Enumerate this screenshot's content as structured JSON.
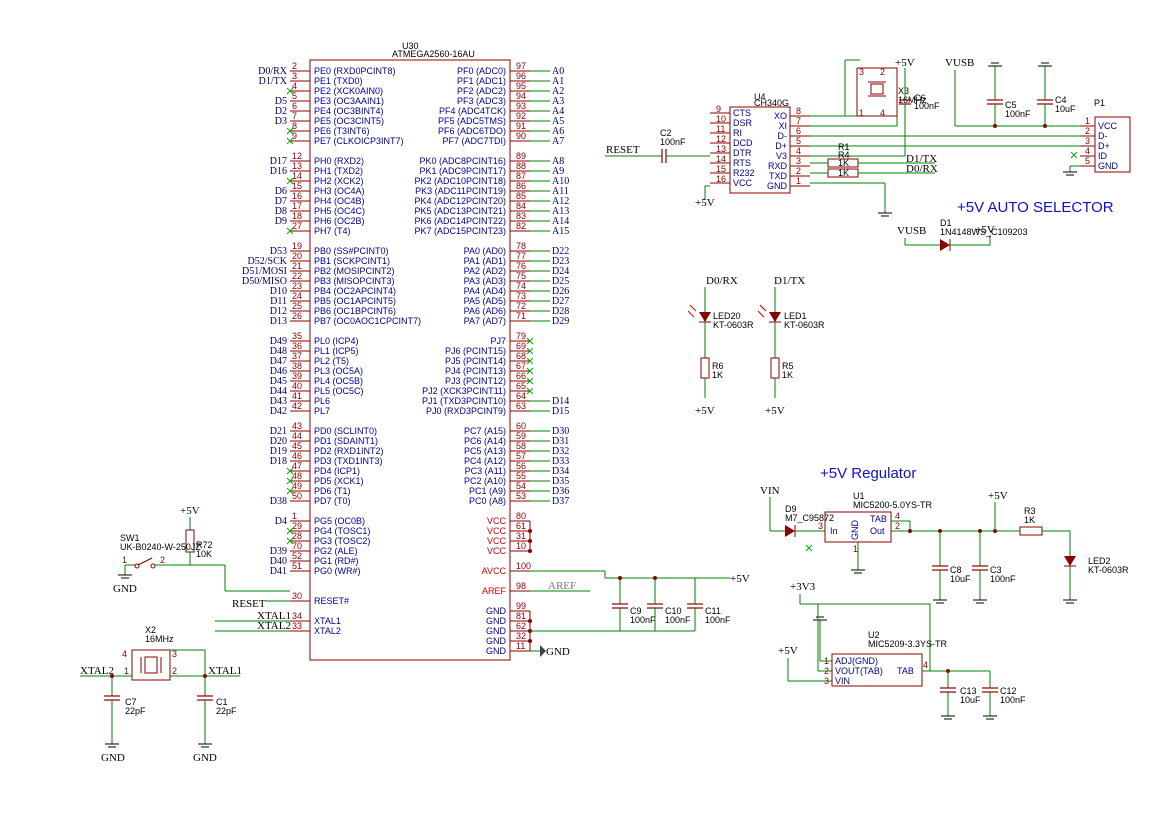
{
  "mcu": {
    "ref": "U30",
    "value": "ATMEGA2560-16AU",
    "left": [
      {
        "num": "2",
        "name": "PE0 (RXD0PCINT8)",
        "net": "D0/RX"
      },
      {
        "num": "3",
        "name": "PE1 (TXD0)",
        "net": "D1/TX"
      },
      {
        "num": "4",
        "name": "PE2 (XCK0AIN0)",
        "net": ""
      },
      {
        "num": "5",
        "name": "PE3 (OC3AAIN1)",
        "net": "D5"
      },
      {
        "num": "6",
        "name": "PE4 (OC3BINT4)",
        "net": "D2"
      },
      {
        "num": "7",
        "name": "PE5 (OC3CINT5)",
        "net": "D3"
      },
      {
        "num": "8",
        "name": "PE6 (T3INT6)",
        "net": ""
      },
      {
        "num": "9",
        "name": "PE7 (CLKOICP3INT7)",
        "net": ""
      },
      {
        "num": "12",
        "name": "PH0 (RXD2)",
        "net": "D17"
      },
      {
        "num": "13",
        "name": "PH1 (TXD2)",
        "net": "D16"
      },
      {
        "num": "14",
        "name": "PH2 (XCK2)",
        "net": ""
      },
      {
        "num": "15",
        "name": "PH3 (OC4A)",
        "net": "D6"
      },
      {
        "num": "16",
        "name": "PH4 (OC4B)",
        "net": "D7"
      },
      {
        "num": "17",
        "name": "PH5 (OC4C)",
        "net": "D8"
      },
      {
        "num": "18",
        "name": "PH6 (OC2B)",
        "net": "D9"
      },
      {
        "num": "27",
        "name": "PH7 (T4)",
        "net": ""
      },
      {
        "num": "19",
        "name": "PB0 (SS#PCINT0)",
        "net": "D53"
      },
      {
        "num": "20",
        "name": "PB1 (SCKPCINT1)",
        "net": "D52/SCK"
      },
      {
        "num": "21",
        "name": "PB2 (MOSIPCINT2)",
        "net": "D51/MOSI"
      },
      {
        "num": "22",
        "name": "PB3 (MISOPCINT3)",
        "net": "D50/MISO"
      },
      {
        "num": "23",
        "name": "PB4 (OC2APCINT4)",
        "net": "D10"
      },
      {
        "num": "24",
        "name": "PB5 (OC1APCINT5)",
        "net": "D11"
      },
      {
        "num": "25",
        "name": "PB6 (OC1BPCINT6)",
        "net": "D12"
      },
      {
        "num": "26",
        "name": "PB7 (OC0AOC1CPCINT7)",
        "net": "D13"
      },
      {
        "num": "35",
        "name": "PL0 (ICP4)",
        "net": "D49"
      },
      {
        "num": "36",
        "name": "PL1 (ICP5)",
        "net": "D48"
      },
      {
        "num": "37",
        "name": "PL2 (T5)",
        "net": "D47"
      },
      {
        "num": "38",
        "name": "PL3 (OC5A)",
        "net": "D46"
      },
      {
        "num": "39",
        "name": "PL4 (OC5B)",
        "net": "D45"
      },
      {
        "num": "40",
        "name": "PL5 (OC5C)",
        "net": "D44"
      },
      {
        "num": "41",
        "name": "PL6",
        "net": "D43"
      },
      {
        "num": "42",
        "name": "PL7",
        "net": "D42"
      },
      {
        "num": "43",
        "name": "PD0 (SCLINT0)",
        "net": "D21"
      },
      {
        "num": "44",
        "name": "PD1 (SDAINT1)",
        "net": "D20"
      },
      {
        "num": "45",
        "name": "PD2 (RXD1INT2)",
        "net": "D19"
      },
      {
        "num": "46",
        "name": "PD3 (TXD1INT3)",
        "net": "D18"
      },
      {
        "num": "47",
        "name": "PD4 (ICP1)",
        "net": ""
      },
      {
        "num": "48",
        "name": "PD5 (XCK1)",
        "net": ""
      },
      {
        "num": "49",
        "name": "PD6 (T1)",
        "net": ""
      },
      {
        "num": "50",
        "name": "PD7 (T0)",
        "net": "D38"
      },
      {
        "num": "1",
        "name": "PG5 (OC0B)",
        "net": "D4"
      },
      {
        "num": "29",
        "name": "PG4 (TOSC1)",
        "net": ""
      },
      {
        "num": "28",
        "name": "PG3 (TOSC2)",
        "net": ""
      },
      {
        "num": "70",
        "name": "PG2 (ALE)",
        "net": "D39"
      },
      {
        "num": "52",
        "name": "PG1 (RD#)",
        "net": "D40"
      },
      {
        "num": "51",
        "name": "PG0 (WR#)",
        "net": "D41"
      },
      {
        "num": "30",
        "name": "RESET#",
        "net": "RESET"
      },
      {
        "num": "34",
        "name": "XTAL1",
        "net": "XTAL1"
      },
      {
        "num": "33",
        "name": "XTAL2",
        "net": "XTAL2"
      }
    ],
    "right": [
      {
        "num": "97",
        "name": "PF0 (ADC0)",
        "net": "A0"
      },
      {
        "num": "96",
        "name": "PF1 (ADC1)",
        "net": "A1"
      },
      {
        "num": "95",
        "name": "PF2 (ADC2)",
        "net": "A2"
      },
      {
        "num": "94",
        "name": "PF3 (ADC3)",
        "net": "A3"
      },
      {
        "num": "93",
        "name": "PF4 (ADC4TCK)",
        "net": "A4"
      },
      {
        "num": "92",
        "name": "PF5 (ADC5TMS)",
        "net": "A5"
      },
      {
        "num": "91",
        "name": "PF6 (ADC6TDO)",
        "net": "A6"
      },
      {
        "num": "90",
        "name": "PF7 (ADC7TDI)",
        "net": "A7"
      },
      {
        "num": "89",
        "name": "PK0 (ADC8PCINT16)",
        "net": "A8"
      },
      {
        "num": "88",
        "name": "PK1 (ADC9PCINT17)",
        "net": "A9"
      },
      {
        "num": "87",
        "name": "PK2 (ADC10PCINT18)",
        "net": "A10"
      },
      {
        "num": "86",
        "name": "PK3 (ADC11PCINT19)",
        "net": "A11"
      },
      {
        "num": "85",
        "name": "PK4 (ADC12PCINT20)",
        "net": "A12"
      },
      {
        "num": "84",
        "name": "PK5 (ADC13PCINT21)",
        "net": "A13"
      },
      {
        "num": "83",
        "name": "PK6 (ADC14PCINT22)",
        "net": "A14"
      },
      {
        "num": "82",
        "name": "PK7 (ADC15PCINT23)",
        "net": "A15"
      },
      {
        "num": "78",
        "name": "PA0 (AD0)",
        "net": "D22"
      },
      {
        "num": "77",
        "name": "PA1 (AD1)",
        "net": "D23"
      },
      {
        "num": "76",
        "name": "PA2 (AD2)",
        "net": "D24"
      },
      {
        "num": "75",
        "name": "PA3 (AD3)",
        "net": "D25"
      },
      {
        "num": "74",
        "name": "PA4 (AD4)",
        "net": "D26"
      },
      {
        "num": "73",
        "name": "PA5 (AD5)",
        "net": "D27"
      },
      {
        "num": "72",
        "name": "PA6 (AD6)",
        "net": "D28"
      },
      {
        "num": "71",
        "name": "PA7 (AD7)",
        "net": "D29"
      },
      {
        "num": "79",
        "name": "PJ7",
        "net": ""
      },
      {
        "num": "69",
        "name": "PJ6 (PCINT15)",
        "net": ""
      },
      {
        "num": "68",
        "name": "PJ5 (PCINT14)",
        "net": ""
      },
      {
        "num": "67",
        "name": "PJ4 (PCINT13)",
        "net": ""
      },
      {
        "num": "66",
        "name": "PJ3 (PCINT12)",
        "net": ""
      },
      {
        "num": "65",
        "name": "PJ2 (XCK3PCINT11)",
        "net": ""
      },
      {
        "num": "64",
        "name": "PJ1 (TXD3PCINT10)",
        "net": "D14"
      },
      {
        "num": "63",
        "name": "PJ0 (RXD3PCINT9)",
        "net": "D15"
      },
      {
        "num": "60",
        "name": "PC7 (A15)",
        "net": "D30"
      },
      {
        "num": "59",
        "name": "PC6 (A14)",
        "net": "D31"
      },
      {
        "num": "58",
        "name": "PC5 (A13)",
        "net": "D32"
      },
      {
        "num": "57",
        "name": "PC4 (A12)",
        "net": "D33"
      },
      {
        "num": "56",
        "name": "PC3 (A11)",
        "net": "D34"
      },
      {
        "num": "55",
        "name": "PC2 (A10)",
        "net": "D35"
      },
      {
        "num": "54",
        "name": "PC1 (A9)",
        "net": "D36"
      },
      {
        "num": "53",
        "name": "PC0 (A8)",
        "net": "D37"
      },
      {
        "num": "80",
        "name": "VCC",
        "net": ""
      },
      {
        "num": "61",
        "name": "VCC",
        "net": ""
      },
      {
        "num": "31",
        "name": "VCC",
        "net": ""
      },
      {
        "num": "10",
        "name": "VCC",
        "net": ""
      },
      {
        "num": "100",
        "name": "AVCC",
        "net": ""
      },
      {
        "num": "98",
        "name": "AREF",
        "net": "AREF"
      },
      {
        "num": "99",
        "name": "GND",
        "net": ""
      },
      {
        "num": "81",
        "name": "GND",
        "net": ""
      },
      {
        "num": "62",
        "name": "GND",
        "net": ""
      },
      {
        "num": "32",
        "name": "GND",
        "net": ""
      },
      {
        "num": "11",
        "name": "GND",
        "net": "GND"
      }
    ]
  },
  "usb_chip": {
    "ref": "U4",
    "value": "CH340G",
    "left": [
      {
        "num": "9",
        "name": "CTS"
      },
      {
        "num": "10",
        "name": "DSR"
      },
      {
        "num": "11",
        "name": "RI"
      },
      {
        "num": "12",
        "name": "DCD"
      },
      {
        "num": "13",
        "name": "DTR"
      },
      {
        "num": "14",
        "name": "RTS"
      },
      {
        "num": "15",
        "name": "R232"
      },
      {
        "num": "16",
        "name": "VCC"
      }
    ],
    "right": [
      {
        "num": "8",
        "name": "XO"
      },
      {
        "num": "7",
        "name": "XI"
      },
      {
        "num": "6",
        "name": "D-"
      },
      {
        "num": "5",
        "name": "D+"
      },
      {
        "num": "4",
        "name": "V3"
      },
      {
        "num": "3",
        "name": "RXD"
      },
      {
        "num": "2",
        "name": "TXD"
      },
      {
        "num": "1",
        "name": "GND"
      }
    ]
  },
  "usb_connector": {
    "ref": "P1",
    "pins": [
      {
        "num": "1",
        "name": "VCC"
      },
      {
        "num": "2",
        "name": "D-"
      },
      {
        "num": "3",
        "name": "D+"
      },
      {
        "num": "4",
        "name": "ID"
      },
      {
        "num": "5",
        "name": "GND"
      }
    ]
  },
  "reg5": {
    "ref": "U1",
    "value": "MIC5200-5.0YS-TR",
    "in_label": "In",
    "out_label": "Out",
    "gnd_label": "GND",
    "tab_label": "TAB",
    "pin_in": "3",
    "pin_out": "2",
    "pin_tab": "4",
    "pin_gnd": "1"
  },
  "reg33": {
    "ref": "U2",
    "value": "MIC5209-3.3YS-TR",
    "pins": [
      {
        "num": "1",
        "name": "ADJ(GND)"
      },
      {
        "num": "2",
        "name": "VOUT(TAB)"
      },
      {
        "num": "3",
        "name": "VIN"
      }
    ],
    "tab_label": "TAB",
    "tab_num": "4"
  },
  "titles": {
    "auto_selector": "+5V AUTO SELECTOR",
    "regulator": "+5V Regulator"
  },
  "nets": {
    "p5v": "+5V",
    "gnd": "GND",
    "vusb": "VUSB",
    "vin": "VIN",
    "p3v3": "+3V3",
    "reset": "RESET",
    "aref": "AREF",
    "xtal1": "XTAL1",
    "xtal2": "XTAL2",
    "d0rx": "D0/RX",
    "d1tx": "D1/TX",
    "d1tx_u4": "D1/TX",
    "d0rx_u4": "D0/RX"
  },
  "parts": {
    "c2": {
      "ref": "C2",
      "value": "100nF"
    },
    "x3": {
      "ref": "X3",
      "value": "16MHz",
      "pins": [
        "3",
        "2",
        "1",
        "4"
      ]
    },
    "c6": {
      "ref": "C6",
      "value": "100nF"
    },
    "c5": {
      "ref": "C5",
      "value": "100nF"
    },
    "c4": {
      "ref": "C4",
      "value": "10uF"
    },
    "r1": {
      "ref": "R1",
      "value": "1K"
    },
    "r4": {
      "ref": "R4",
      "value": "1K"
    },
    "d1": {
      "ref": "D1",
      "value": "1N4148WS_C109203"
    },
    "led20": {
      "ref": "LED20",
      "value": "KT-0603R"
    },
    "led1": {
      "ref": "LED1",
      "value": "KT-0603R"
    },
    "r6": {
      "ref": "R6",
      "value": "1K"
    },
    "r5": {
      "ref": "R5",
      "value": "1K"
    },
    "d9": {
      "ref": "D9",
      "value": "M7_C95872"
    },
    "c8": {
      "ref": "C8",
      "value": "10uF"
    },
    "c3": {
      "ref": "C3",
      "value": "100nF"
    },
    "r3": {
      "ref": "R3",
      "value": "1K"
    },
    "led2": {
      "ref": "LED2",
      "value": "KT-0603R"
    },
    "c13": {
      "ref": "C13",
      "value": "10uF"
    },
    "c12": {
      "ref": "C12",
      "value": "100nF"
    },
    "c9": {
      "ref": "C9",
      "value": "100nF"
    },
    "c10": {
      "ref": "C10",
      "value": "100nF"
    },
    "c11": {
      "ref": "C11",
      "value": "100nF"
    },
    "sw1": {
      "ref": "SW1",
      "value": "UK-B0240-W-250JZ",
      "pins": [
        "1",
        "2"
      ]
    },
    "r72": {
      "ref": "R72",
      "value": "10K"
    },
    "x2": {
      "ref": "X2",
      "value": "16MHz",
      "pins": [
        "4",
        "3",
        "1",
        "2"
      ]
    },
    "c7": {
      "ref": "C7",
      "value": "22pF"
    },
    "c1": {
      "ref": "C1",
      "value": "22pF"
    }
  },
  "colors": {
    "wire": "#008000",
    "part": "#8b0000",
    "label": "#00008b",
    "title": "#1010cc"
  }
}
